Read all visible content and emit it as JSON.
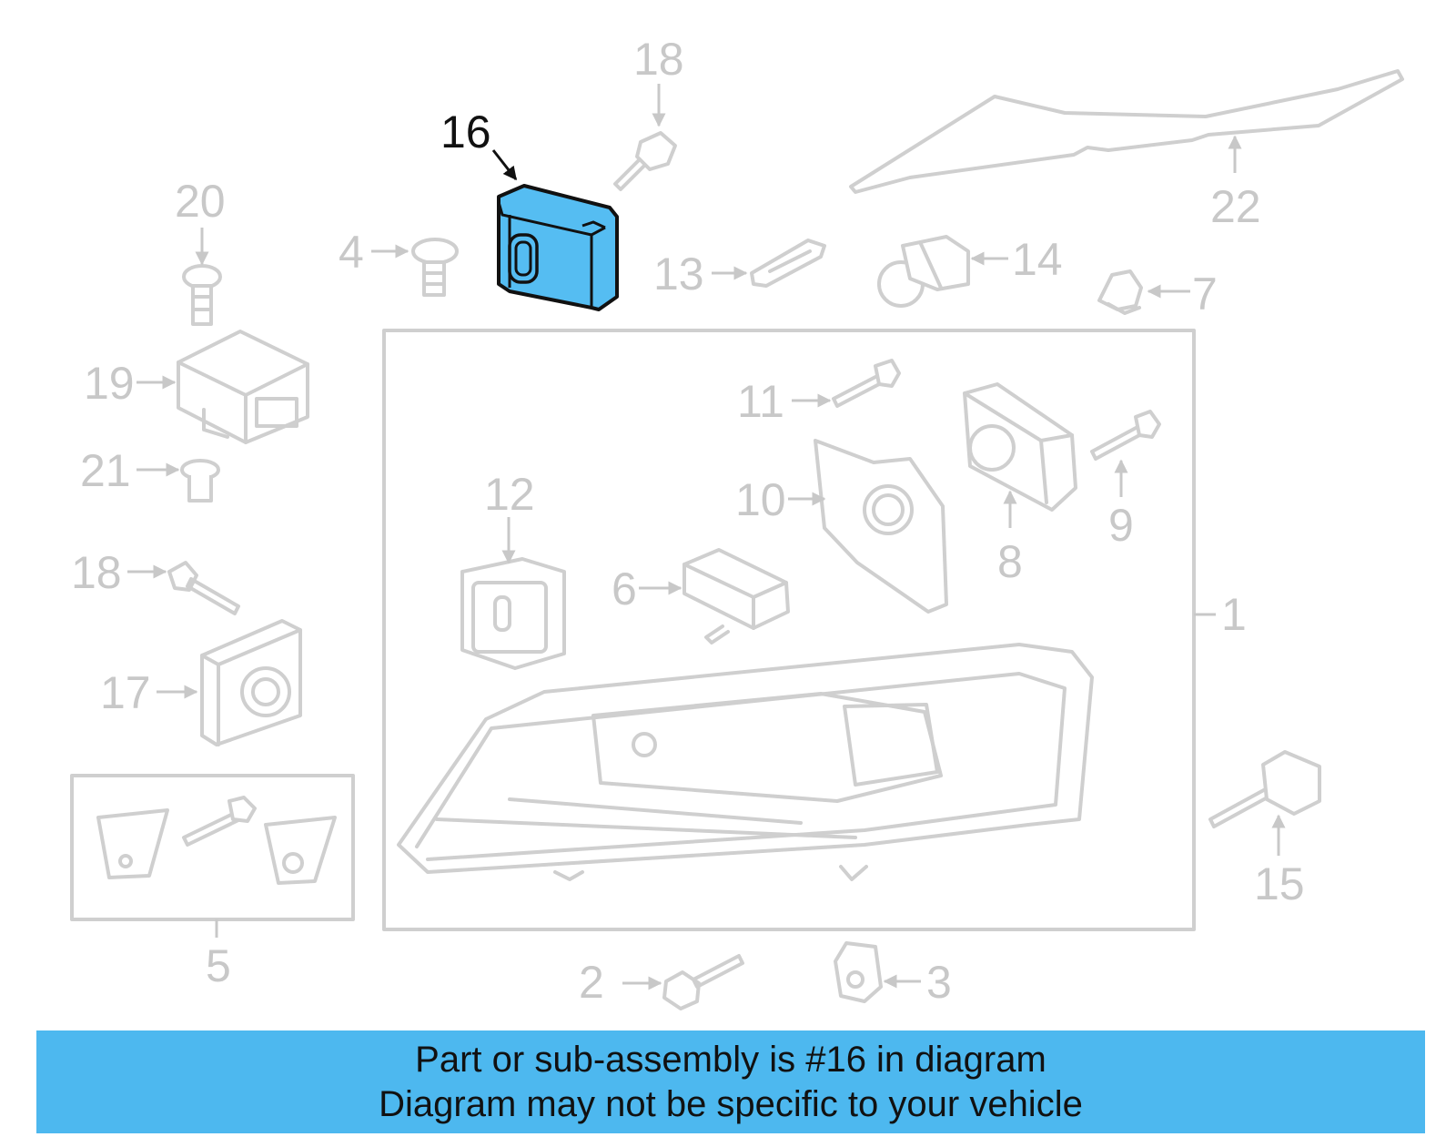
{
  "callouts": {
    "c1": "1",
    "c2": "2",
    "c3": "3",
    "c4": "4",
    "c5": "5",
    "c6": "6",
    "c7": "7",
    "c8": "8",
    "c9": "9",
    "c10": "10",
    "c11": "11",
    "c12": "12",
    "c13": "13",
    "c14": "14",
    "c15": "15",
    "c16": "16",
    "c17": "17",
    "c18a": "18",
    "c18b": "18",
    "c19": "19",
    "c20": "20",
    "c21": "21",
    "c22": "22"
  },
  "highlight": {
    "part": "16",
    "color": "#55bdf2"
  },
  "banner": {
    "line1": "Part or sub-assembly is #16 in diagram",
    "line2": "Diagram may not be specific to your vehicle",
    "color": "#4db8ef"
  }
}
